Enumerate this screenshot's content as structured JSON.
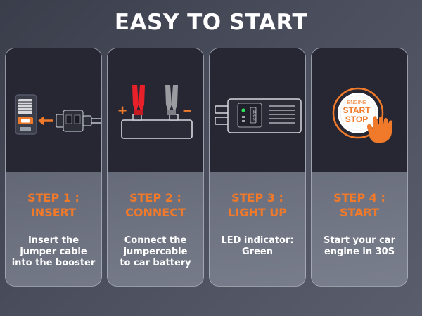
{
  "title": "EASY TO START",
  "colors": {
    "accent": "#f07a2a",
    "clamp_red": "#e8202a",
    "clamp_grey": "#9a9ca2",
    "card_image_bg": "#262733"
  },
  "steps": [
    {
      "title_line1": "STEP 1 :",
      "title_line2": "INSERT",
      "desc_lines": [
        "Insert the",
        "jumper cable",
        "into the booster"
      ],
      "icon": "booster-insert-icon"
    },
    {
      "title_line1": "STEP 2 :",
      "title_line2": "CONNECT",
      "desc_lines": [
        "Connect the",
        "jumpercable",
        "to car battery"
      ],
      "icon": "battery-clamps-icon",
      "plus": "+",
      "minus": "−"
    },
    {
      "title_line1": "STEP 3 :",
      "title_line2": "LIGHT UP",
      "desc_lines": [
        "LED indicator:",
        "Green"
      ],
      "icon": "clamp-module-led-icon",
      "module_label": "BOOST"
    },
    {
      "title_line1": "STEP 4 :",
      "title_line2": "START",
      "desc_lines": [
        "Start your car",
        "engine in 30S"
      ],
      "icon": "engine-start-button-icon",
      "button_top": "ENGINE",
      "button_mid": "START",
      "button_bot": "STOP"
    }
  ]
}
